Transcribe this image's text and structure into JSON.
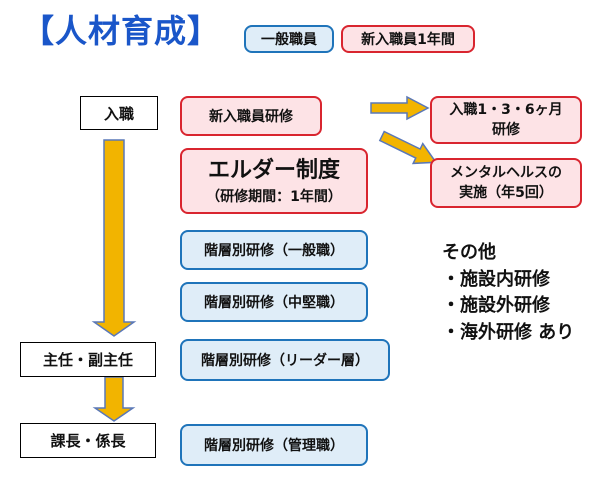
{
  "title": "【人材育成】",
  "legend": {
    "general": "一般職員",
    "new_first_year": "新入職員1年間"
  },
  "stages": {
    "entry": "入職",
    "chief": "主任・副主任",
    "manager": "課長・係長"
  },
  "trainings": {
    "new_staff": "新入職員研修",
    "elder_title": "エルダー制度",
    "elder_sub": "（研修期間：1年間）",
    "tier_general": "階層別研修（一般職）",
    "tier_mid": "階層別研修（中堅職）",
    "tier_leader": "階層別研修（リーダー層）",
    "tier_management": "階層別研修（管理職）"
  },
  "followups": {
    "months_line1": "入職1・3・6ヶ月",
    "months_line2": "研修",
    "mental_line1": "メンタルヘルスの",
    "mental_line2": "実施（年5回）"
  },
  "others": {
    "heading": "その他",
    "items": [
      "・施設内研修",
      "・施設外研修",
      "・海外研修 あり"
    ]
  },
  "colors": {
    "title": "#1a56c9",
    "blue_border": "#1f74ba",
    "blue_fill": "#dfedf8",
    "red_border": "#d9252f",
    "red_fill": "#fde3e6",
    "arrow_fill": "#f2b400",
    "arrow_stroke": "#5a78b8"
  }
}
